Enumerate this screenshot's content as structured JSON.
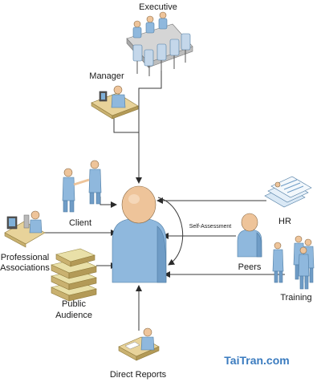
{
  "labels": {
    "executive": "Executive",
    "manager": "Manager",
    "client": "Client",
    "professional_associations_line1": "Professional",
    "professional_associations_line2": "Associations",
    "public_audience_line1": "Public",
    "public_audience_line2": "Audience",
    "direct_reports": "Direct Reports",
    "hr": "HR",
    "peers": "Peers",
    "training": "Training",
    "self_assessment": "Self-Assessment"
  },
  "watermark": "TaiTran.com",
  "colors": {
    "person_blue": "#8fb8dd",
    "person_skin": "#eec49a",
    "brand_blue": "#3a7bbf",
    "connector": "#3a3a3a"
  }
}
